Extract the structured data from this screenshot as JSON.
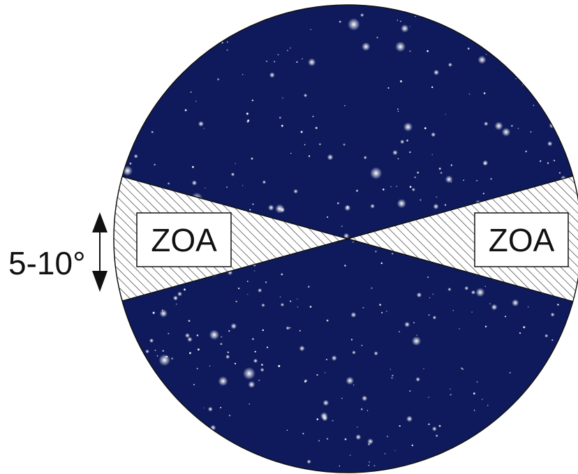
{
  "diagram": {
    "labels": {
      "zoa_left": "ZOA",
      "zoa_right": "ZOA",
      "angle": "5-10°"
    },
    "colors": {
      "sky": "#0e1a5c",
      "star": "#ffffff",
      "hatch": "#222222",
      "band_fill": "#ffffff",
      "outline": "#111111"
    },
    "icons": {
      "angle_arrow": "double-headed-vertical-arrow"
    }
  }
}
